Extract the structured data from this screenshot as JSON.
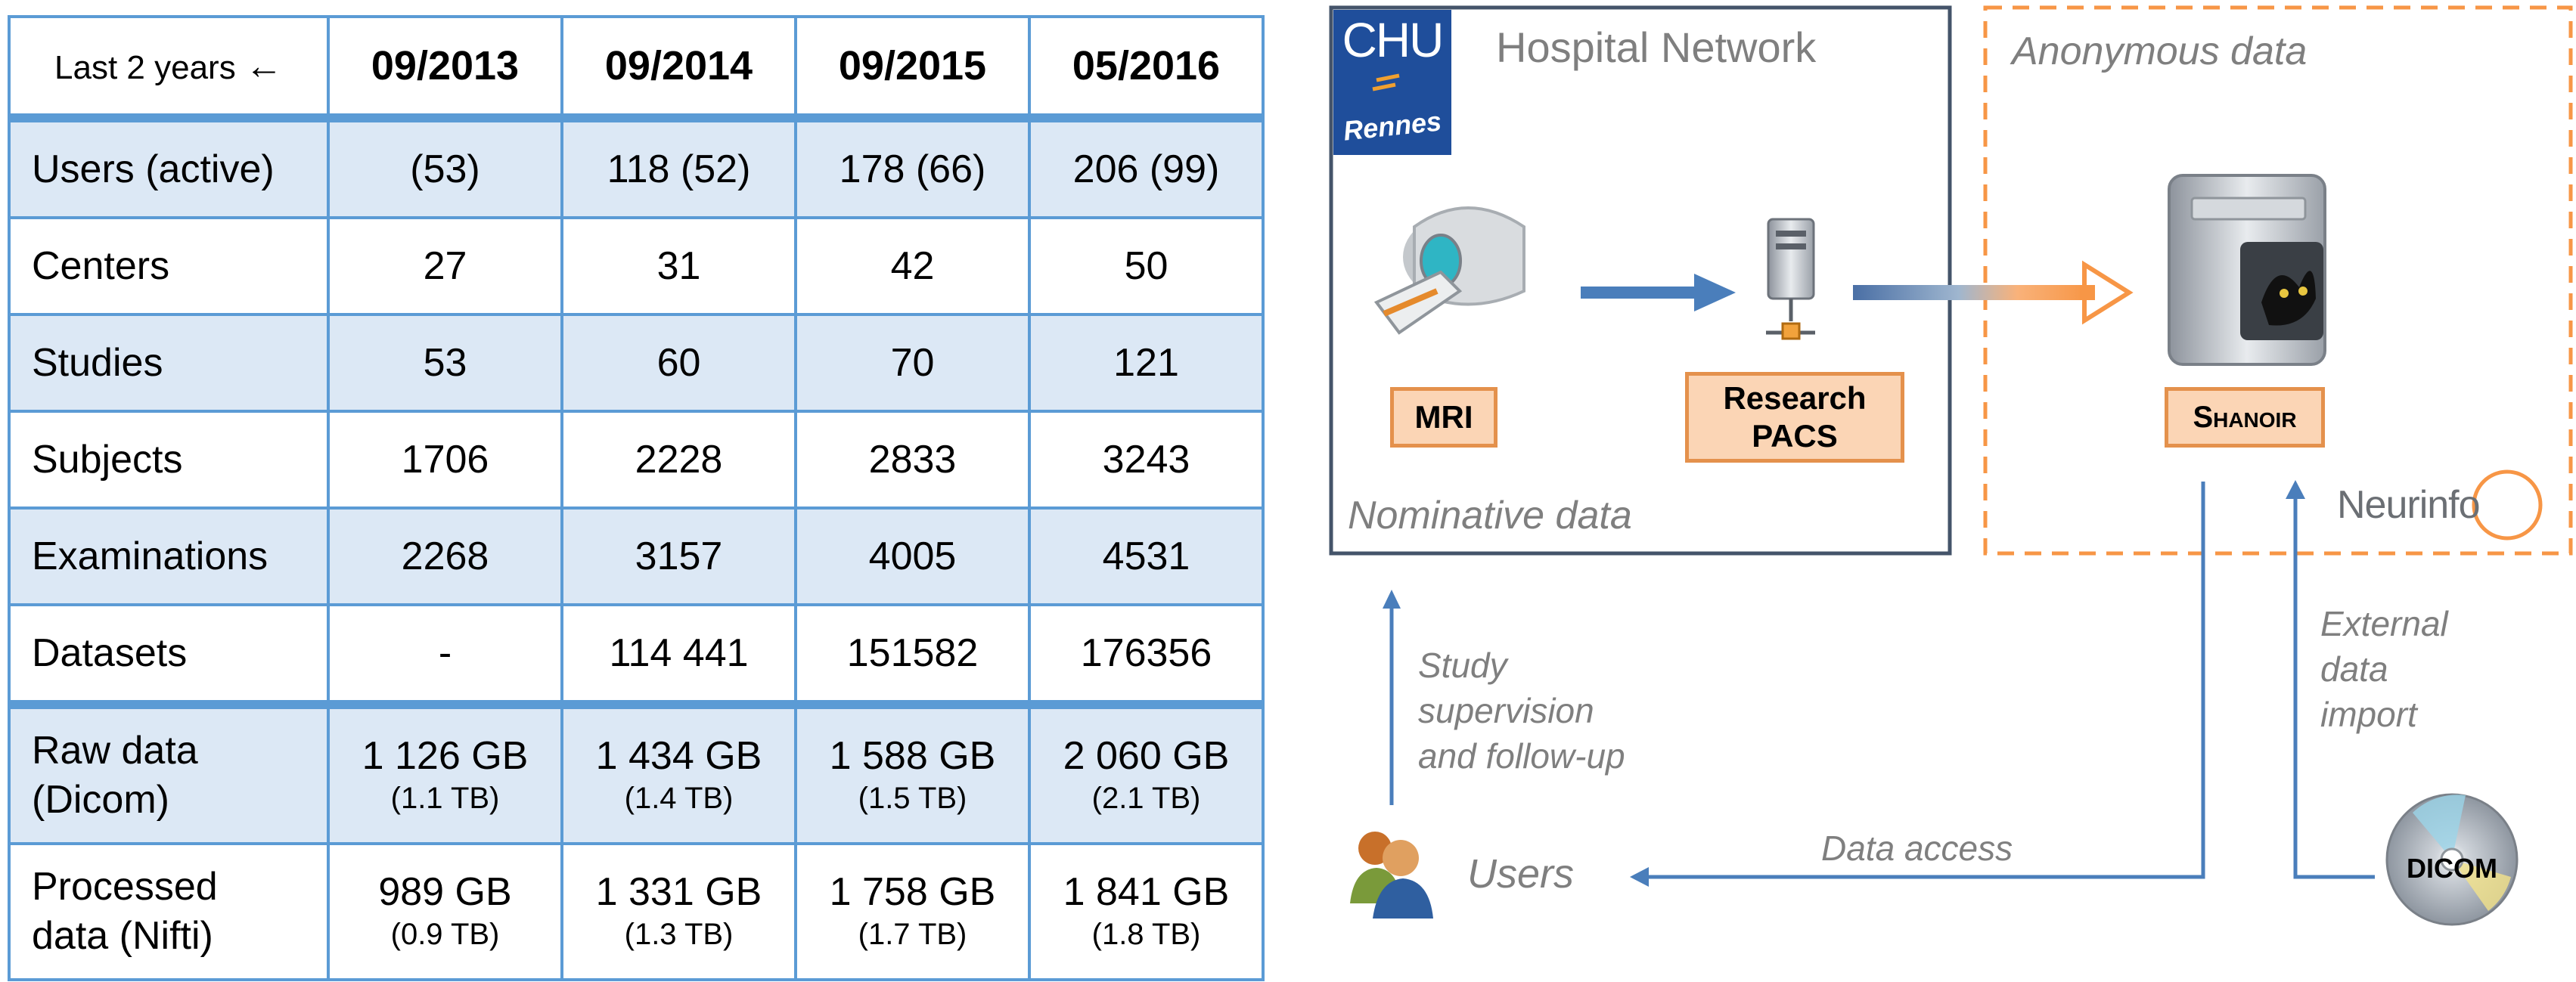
{
  "table": {
    "corner_label": "Last 2 years",
    "corner_arrow": "←",
    "columns": [
      "09/2013",
      "09/2014",
      "09/2015",
      "05/2016"
    ],
    "rows": [
      {
        "label": "Users (active)",
        "values": [
          "(53)",
          "118 (52)",
          "178 (66)",
          "206 (99)"
        ]
      },
      {
        "label": "Centers",
        "values": [
          "27",
          "31",
          "42",
          "50"
        ]
      },
      {
        "label": "Studies",
        "values": [
          "53",
          "60",
          "70",
          "121"
        ]
      },
      {
        "label": "Subjects",
        "values": [
          "1706",
          "2228",
          "2833",
          "3243"
        ]
      },
      {
        "label": "Examinations",
        "values": [
          "2268",
          "3157",
          "4005",
          "4531"
        ]
      },
      {
        "label": "Datasets",
        "values": [
          "-",
          "114 441",
          "151582",
          "176356"
        ]
      }
    ],
    "size_rows": [
      {
        "label_lines": [
          "Raw data",
          "(Dicom)"
        ],
        "values": [
          {
            "main": "1 126 GB",
            "sub": "(1.1 TB)"
          },
          {
            "main": "1 434 GB",
            "sub": "(1.4 TB)"
          },
          {
            "main": "1 588 GB",
            "sub": "(1.5 TB)"
          },
          {
            "main": "2 060 GB",
            "sub": "(2.1 TB)"
          }
        ]
      },
      {
        "label_lines": [
          "Processed",
          "data (Nifti)"
        ],
        "values": [
          {
            "main": "989 GB",
            "sub": "(0.9 TB)"
          },
          {
            "main": "1 331 GB",
            "sub": "(1.3 TB)"
          },
          {
            "main": "1 758 GB",
            "sub": "(1.7 TB)"
          },
          {
            "main": "1 841 GB",
            "sub": "(1.8 TB)"
          }
        ]
      }
    ]
  },
  "diagram": {
    "chu_logo": {
      "line1": "CHU",
      "line2": "Rennes"
    },
    "hospital_title": "Hospital Network",
    "anonymous_label": "Anonymous data",
    "nominative_label": "Nominative data",
    "mri_label": "MRI",
    "pacs_label_line1": "Research",
    "pacs_label_line2": "PACS",
    "shanoir_label": "Shanoir",
    "neurinfo_logo": "Neurinfo",
    "study_supervision_lines": [
      "Study",
      "supervision",
      "and follow-up"
    ],
    "users_label": "Users",
    "data_access_label": "Data access",
    "external_import_lines": [
      "External",
      "data",
      "import"
    ],
    "dicom_label": "DICOM"
  },
  "colors": {
    "table_border": "#5b9bd5",
    "table_shade": "#dce8f5",
    "hospital_border": "#44546a",
    "anonymous_border": "#f79646",
    "arrow_blue": "#4a7ebb",
    "label_fill": "#fbd5b5",
    "label_border": "#e4914c"
  }
}
